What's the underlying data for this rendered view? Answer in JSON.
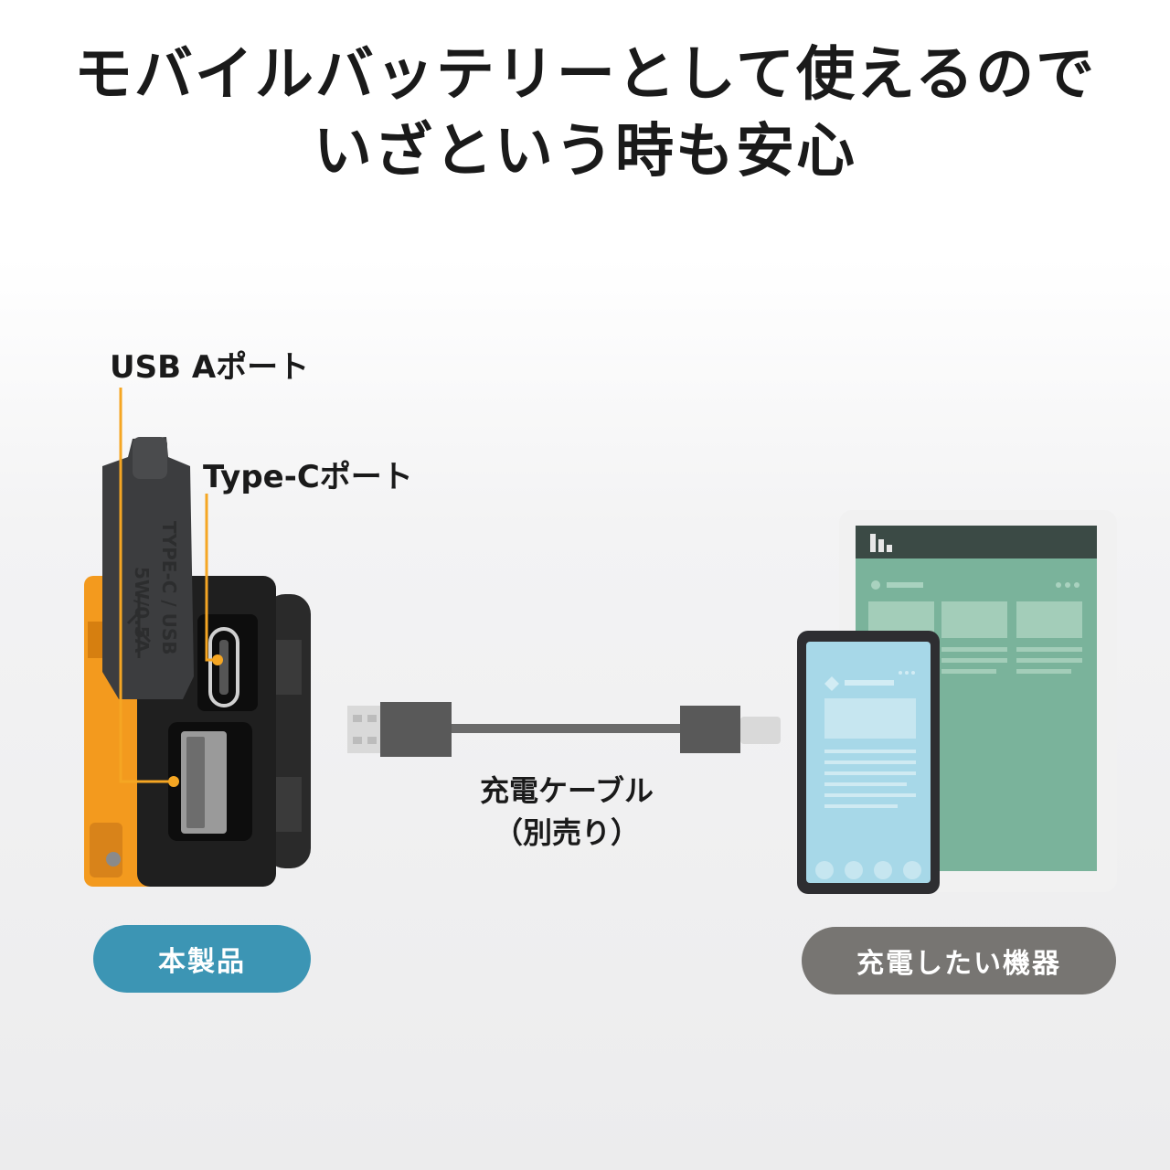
{
  "headline": {
    "line1": "モバイルバッテリーとして使えるので",
    "line2": "いざという時も安心"
  },
  "callouts": {
    "usb_a_port": "USB Aポート",
    "type_c_port": "Type-Cポート"
  },
  "product_cap_text": {
    "rating": "5W/0.5A",
    "ports": "TYPE-C / USB"
  },
  "cable": {
    "label_line1": "充電ケーブル",
    "label_line2": "（別売り）"
  },
  "badges": {
    "product": "本製品",
    "device": "充電したい機器"
  },
  "colors": {
    "product_badge": "#3c95b4",
    "device_badge": "#777572",
    "callout_line": "#f5a623",
    "battery_body": "#f39a1e",
    "tablet_screen": "#7ab39b",
    "phone_screen": "#a7d8e8"
  }
}
